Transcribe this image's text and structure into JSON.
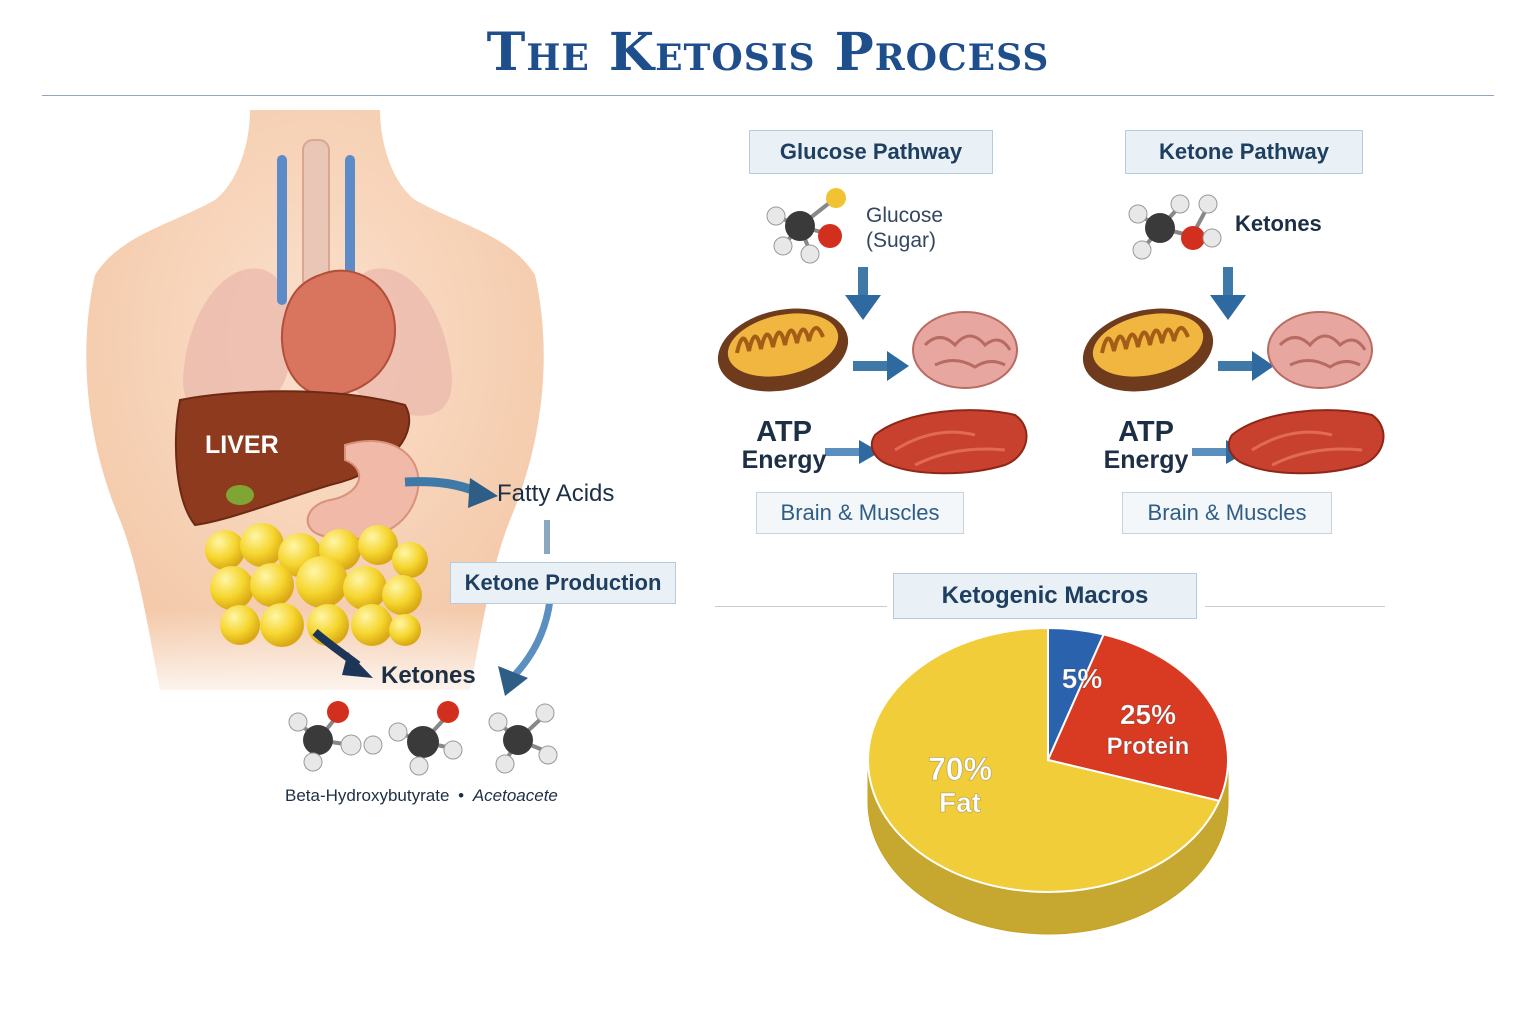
{
  "title": "The Ketosis Process",
  "body": {
    "liver_label": "LIVER",
    "fatty_acids": "Fatty Acids",
    "ketone_production": "Ketone Production",
    "ketones": "Ketones",
    "ketone_types": "Beta-Hydroxybutyrate",
    "ketone_types_sep": "•",
    "ketone_types_2": "Acetoacete"
  },
  "glucose_pathway": {
    "header": "Glucose Pathway",
    "fuel_line1": "Glucose",
    "fuel_line2": "(Sugar)",
    "atp": "ATP",
    "energy": "Energy",
    "target": "Brain & Muscles"
  },
  "ketone_pathway": {
    "header": "Ketone Pathway",
    "fuel": "Ketones",
    "atp": "ATP",
    "energy": "Energy",
    "target": "Brain & Muscles"
  },
  "macros": {
    "header": "Ketogenic Macros"
  },
  "chart_data": {
    "type": "pie",
    "title": "Ketogenic Macros",
    "slices": [
      {
        "label": "Fat",
        "value": 70,
        "display": "70%",
        "color": "#f2cd3a"
      },
      {
        "label": "",
        "value": 5,
        "display": "5%",
        "color": "#2b62ad"
      },
      {
        "label": "Protein",
        "value": 25,
        "display": "25%",
        "color": "#d83a22"
      }
    ]
  },
  "colors": {
    "title": "#1f4e8c",
    "arrow": "#3f79a8",
    "liver": "#8e3a1e",
    "fat": "#f2cd3a",
    "carb": "#2b62ad",
    "protein": "#d83a22"
  }
}
